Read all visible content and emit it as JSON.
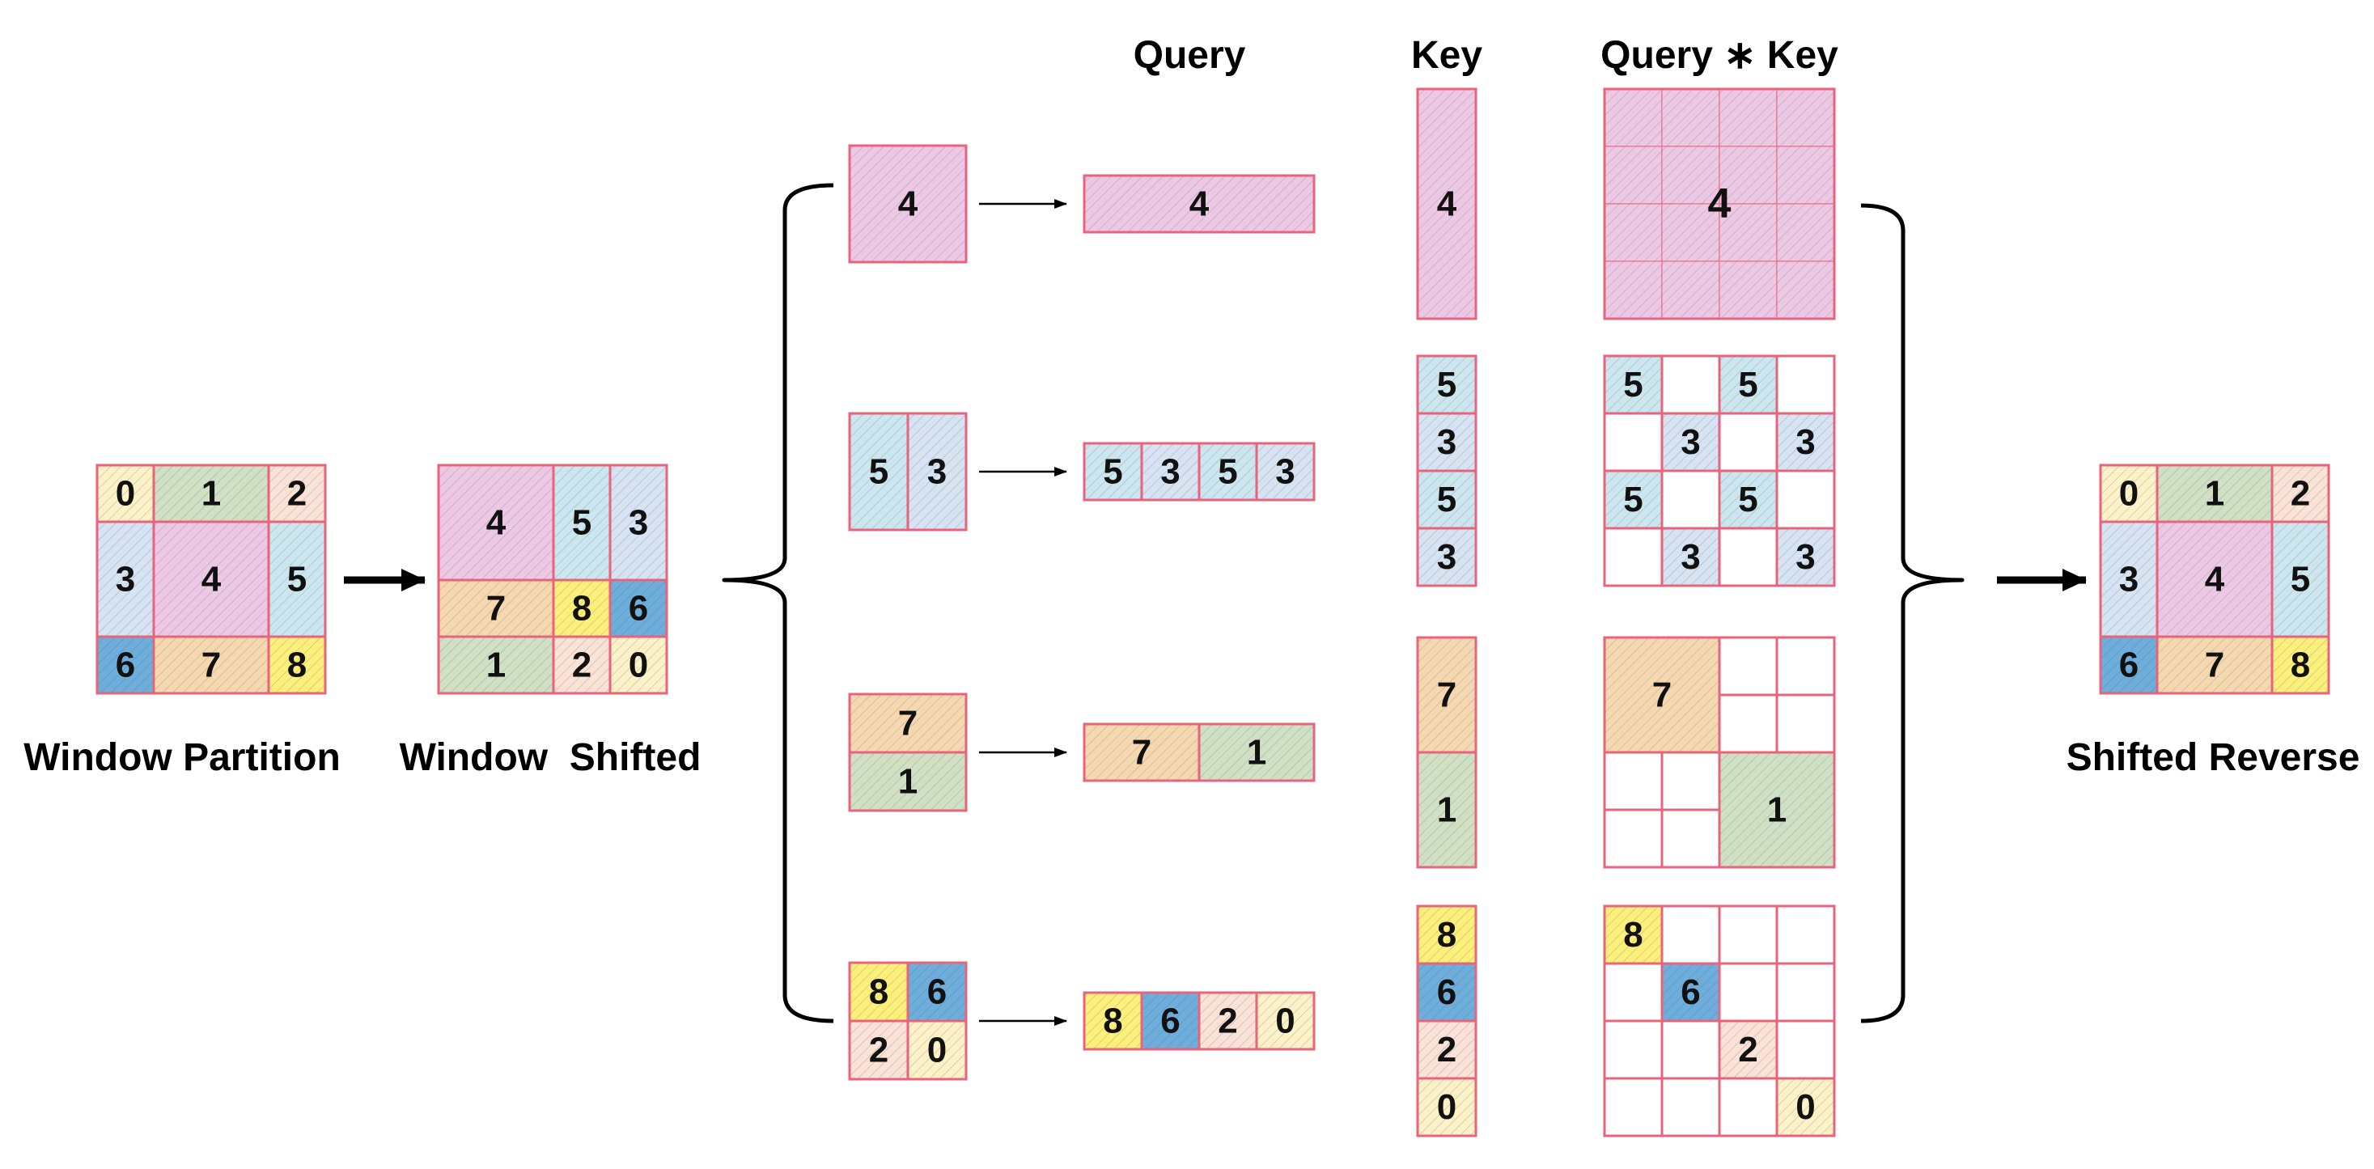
{
  "captions": {
    "window_partition": "Window Partition",
    "window_shifted": "Window  Shifted",
    "shifted_reverse": "Shifted Reverse"
  },
  "headers": {
    "query": "Query",
    "key": "Key",
    "query_key": "Query ∗ Key"
  },
  "colors": {
    "border": "#e8637c",
    "c0": "#fdf2c7",
    "c1": "#cfe0c4",
    "c2": "#fbe2d6",
    "c3": "#d6e3f3",
    "c4": "#ecc8e4",
    "c5": "#cbe6ee",
    "c6": "#6faedb",
    "c7": "#f6d8b0",
    "c8": "#fdf07a",
    "hatch": "#8a8a8a",
    "arrow": "#000000"
  },
  "partition_grid": [
    {
      "label": "0",
      "color": "c0"
    },
    {
      "label": "1",
      "color": "c1"
    },
    {
      "label": "2",
      "color": "c2"
    },
    {
      "label": "3",
      "color": "c3"
    },
    {
      "label": "4",
      "color": "c4"
    },
    {
      "label": "5",
      "color": "c5"
    },
    {
      "label": "6",
      "color": "c6"
    },
    {
      "label": "7",
      "color": "c7"
    },
    {
      "label": "8",
      "color": "c8"
    }
  ],
  "shifted_grid": [
    {
      "label": "4",
      "color": "c4"
    },
    {
      "label": "5",
      "color": "c5"
    },
    {
      "label": "3",
      "color": "c3"
    },
    {
      "label": "7",
      "color": "c7"
    },
    {
      "label": "8",
      "color": "c8"
    },
    {
      "label": "6",
      "color": "c6"
    },
    {
      "label": "1",
      "color": "c1"
    },
    {
      "label": "2",
      "color": "c2"
    },
    {
      "label": "0",
      "color": "c0"
    }
  ],
  "reverse_grid": [
    {
      "label": "0",
      "color": "c0"
    },
    {
      "label": "1",
      "color": "c1"
    },
    {
      "label": "2",
      "color": "c2"
    },
    {
      "label": "3",
      "color": "c3"
    },
    {
      "label": "4",
      "color": "c4"
    },
    {
      "label": "5",
      "color": "c5"
    },
    {
      "label": "6",
      "color": "c6"
    },
    {
      "label": "7",
      "color": "c7"
    },
    {
      "label": "8",
      "color": "c8"
    }
  ],
  "rows": [
    {
      "window": [
        {
          "label": "4",
          "color": "c4"
        }
      ],
      "query": [
        {
          "label": "4",
          "color": "c4"
        }
      ],
      "key": [
        {
          "label": "4",
          "color": "c4"
        }
      ],
      "qk_blocks": [
        {
          "label": "4",
          "color": "c4"
        }
      ]
    },
    {
      "window": [
        {
          "label": "5",
          "color": "c5"
        },
        {
          "label": "3",
          "color": "c3"
        }
      ],
      "query": [
        {
          "label": "5",
          "color": "c5"
        },
        {
          "label": "3",
          "color": "c3"
        },
        {
          "label": "5",
          "color": "c5"
        },
        {
          "label": "3",
          "color": "c3"
        }
      ],
      "key": [
        {
          "label": "5",
          "color": "c5"
        },
        {
          "label": "3",
          "color": "c3"
        },
        {
          "label": "5",
          "color": "c5"
        },
        {
          "label": "3",
          "color": "c3"
        }
      ],
      "qk_blocks": [
        {
          "label": "5",
          "color": "c5"
        },
        {
          "label": "5",
          "color": "c5"
        },
        {
          "label": "3",
          "color": "c3"
        },
        {
          "label": "3",
          "color": "c3"
        },
        {
          "label": "5",
          "color": "c5"
        },
        {
          "label": "5",
          "color": "c5"
        },
        {
          "label": "3",
          "color": "c3"
        },
        {
          "label": "3",
          "color": "c3"
        }
      ]
    },
    {
      "window": [
        {
          "label": "7",
          "color": "c7"
        },
        {
          "label": "1",
          "color": "c1"
        }
      ],
      "query": [
        {
          "label": "7",
          "color": "c7"
        },
        {
          "label": "1",
          "color": "c1"
        }
      ],
      "key": [
        {
          "label": "7",
          "color": "c7"
        },
        {
          "label": "1",
          "color": "c1"
        }
      ],
      "qk_blocks": [
        {
          "label": "7",
          "color": "c7"
        },
        {
          "label": "1",
          "color": "c1"
        }
      ]
    },
    {
      "window": [
        {
          "label": "8",
          "color": "c8"
        },
        {
          "label": "6",
          "color": "c6"
        },
        {
          "label": "2",
          "color": "c2"
        },
        {
          "label": "0",
          "color": "c0"
        }
      ],
      "query": [
        {
          "label": "8",
          "color": "c8"
        },
        {
          "label": "6",
          "color": "c6"
        },
        {
          "label": "2",
          "color": "c2"
        },
        {
          "label": "0",
          "color": "c0"
        }
      ],
      "key": [
        {
          "label": "8",
          "color": "c8"
        },
        {
          "label": "6",
          "color": "c6"
        },
        {
          "label": "2",
          "color": "c2"
        },
        {
          "label": "0",
          "color": "c0"
        }
      ],
      "qk_blocks": [
        {
          "label": "8",
          "color": "c8"
        },
        {
          "label": "6",
          "color": "c6"
        },
        {
          "label": "2",
          "color": "c2"
        },
        {
          "label": "0",
          "color": "c0"
        }
      ]
    }
  ]
}
